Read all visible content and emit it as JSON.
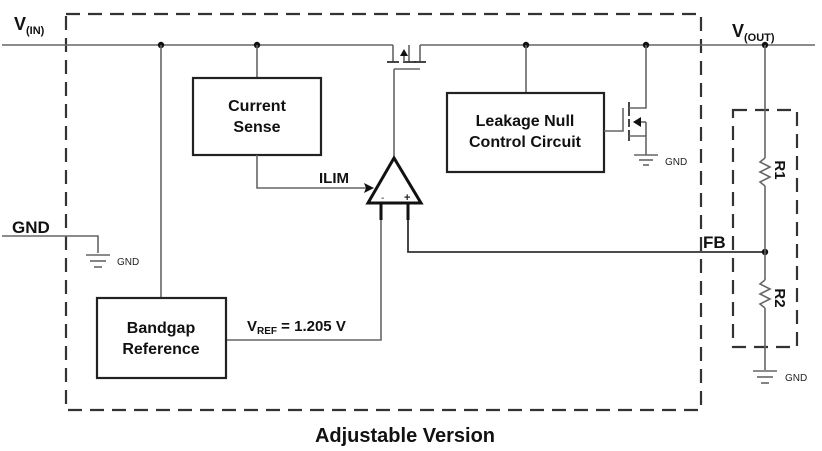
{
  "diagram": {
    "caption": "Adjustable Version",
    "nodes": {
      "vin": {
        "main": "V",
        "sub": "(IN)"
      },
      "vout": {
        "main": "V",
        "sub": "(OUT)"
      },
      "gnd_in": "GND",
      "fb": "FB",
      "ilim": "ILIM",
      "vref": {
        "main": "V",
        "sub": "REF",
        "value": " = 1.205 V"
      }
    },
    "blocks": {
      "current_sense": [
        "Current",
        "Sense"
      ],
      "leakage_null": [
        "Leakage Null",
        "Control Circuit"
      ],
      "bandgap": [
        "Bandgap",
        "Reference"
      ]
    },
    "resistors": {
      "r1": "R1",
      "r2": "R2"
    },
    "ground_labels": {
      "gnd_left": "GND",
      "gnd_leak": "GND",
      "gnd_out": "GND"
    },
    "opamp": {
      "minus": "-",
      "plus": "+"
    }
  }
}
